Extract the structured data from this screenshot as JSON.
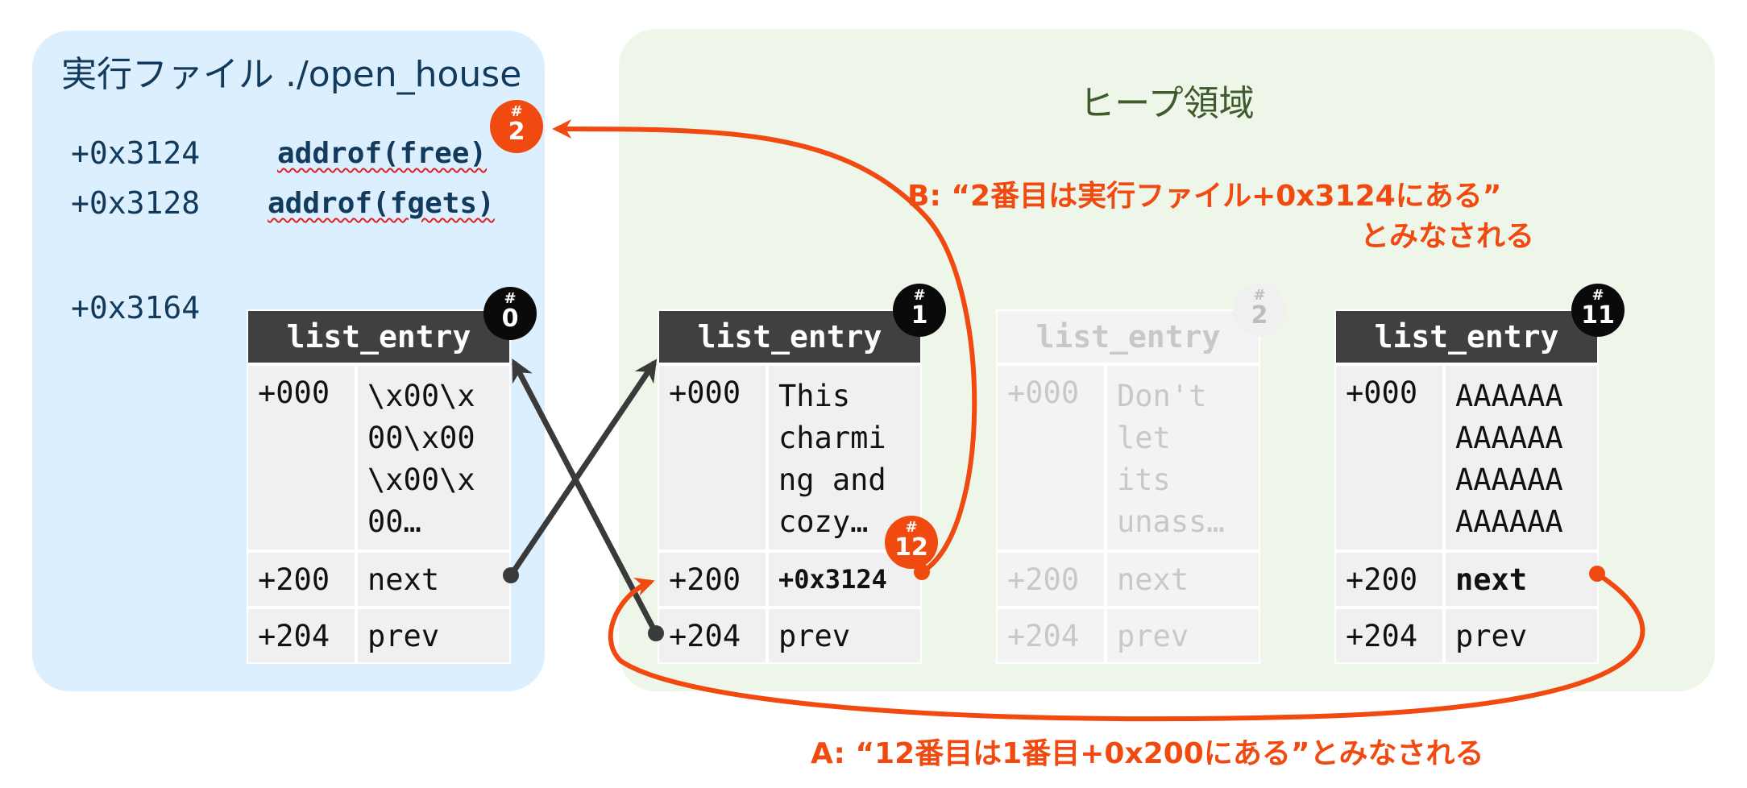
{
  "exec_region": {
    "title": "実行ファイル ./open_house",
    "rows": [
      {
        "offset": "+0x3124",
        "value": "addrof(free)"
      },
      {
        "offset": "+0x3128",
        "value": "addrof(fgets)"
      },
      {
        "offset": "+0x3164"
      }
    ]
  },
  "heap_region": {
    "title": "ヒープ領域"
  },
  "entries": [
    {
      "title": "list_entry",
      "badge_hash": "#",
      "badge": "0",
      "rows": [
        {
          "key": "+000",
          "value": "\\x00\\x\n00\\x00\n\\x00\\x\n00…"
        },
        {
          "key": "+200",
          "value": "next"
        },
        {
          "key": "+204",
          "value": "prev"
        }
      ]
    },
    {
      "title": "list_entry",
      "badge_hash": "#",
      "badge": "1",
      "rows": [
        {
          "key": "+000",
          "value": "This\ncharmi\nng and\ncozy…"
        },
        {
          "key": "+200",
          "value": "+0x3124"
        },
        {
          "key": "+204",
          "value": "prev"
        }
      ]
    },
    {
      "title": "list_entry",
      "badge_hash": "#",
      "badge": "2",
      "rows": [
        {
          "key": "+000",
          "value": "Don't\nlet\nits\nunass…"
        },
        {
          "key": "+200",
          "value": "next"
        },
        {
          "key": "+204",
          "value": "prev"
        }
      ]
    },
    {
      "title": "list_entry",
      "badge_hash": "#",
      "badge": "11",
      "rows": [
        {
          "key": "+000",
          "value": "AAAAAA\nAAAAAA\nAAAAAA\nAAAAAA"
        },
        {
          "key": "+200",
          "value": "next"
        },
        {
          "key": "+204",
          "value": "prev"
        }
      ]
    }
  ],
  "markers": [
    {
      "hash": "#",
      "num": "2"
    },
    {
      "hash": "#",
      "num": "12"
    }
  ],
  "annotations": {
    "b_line1": "B: “2番目は実行ファイル+0x3124にある”",
    "b_line2": "とみなされる",
    "a_line": "A: “12番目は1番目+0x200にある”とみなされる"
  },
  "colors": {
    "exec_bg": "#dcefff",
    "heap_bg": "#eef6ea",
    "header_dark": "#404040",
    "cell_bg": "#f0f0f0",
    "accent_orange": "#f04a10",
    "arrow_dark": "#3a3a3a",
    "ghost_text": "#c8c8c8"
  }
}
